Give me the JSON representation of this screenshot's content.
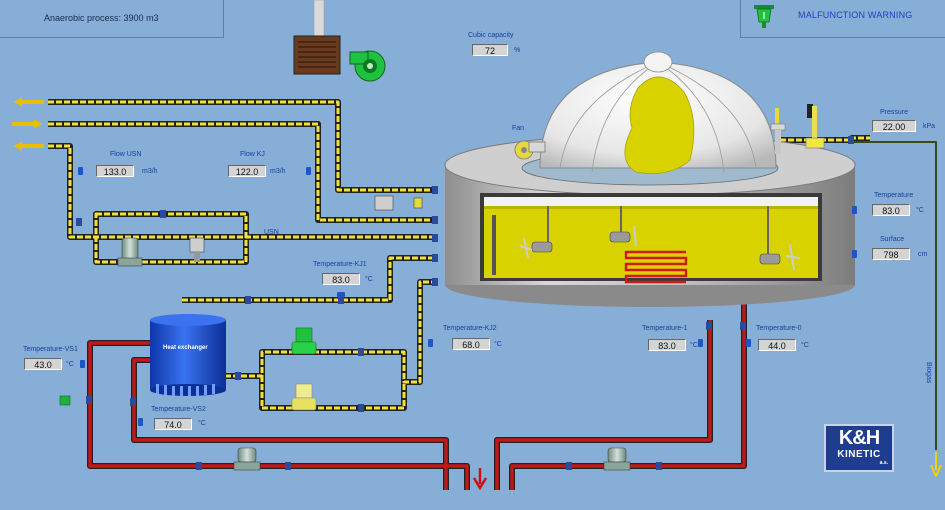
{
  "header": {
    "title": "Anaerobic process: 3900 m3",
    "malfunction_warning": "MALFUNCTION WARNING"
  },
  "readouts": {
    "cubic_capacity": {
      "label": "Cubic capacity",
      "value": "72",
      "unit": "%"
    },
    "pressure": {
      "label": "Pressure",
      "value": "22.00",
      "unit": "kPa"
    },
    "temperature": {
      "label": "Temperature",
      "value": "83.0",
      "unit": "°C"
    },
    "surface": {
      "label": "Surface",
      "value": "798",
      "unit": "cm"
    },
    "flow_usn": {
      "label": "Flow USN",
      "value": "133.0",
      "unit": "m3/h"
    },
    "flow_kj": {
      "label": "Flow KJ",
      "value": "122.0",
      "unit": "m3/h"
    },
    "temp_kj1": {
      "label": "Temperature-KJ1",
      "value": "83.0",
      "unit": "°C"
    },
    "temp_kj2": {
      "label": "Temperature-KJ2",
      "value": "68.0",
      "unit": "°C"
    },
    "temp_1": {
      "label": "Temperature-1",
      "value": "83.0",
      "unit": "°C"
    },
    "temp_0": {
      "label": "Temperature-0",
      "value": "44.0",
      "unit": "°C"
    },
    "temp_vs1": {
      "label": "Temperature-VS1",
      "value": "43.0",
      "unit": "°C"
    },
    "temp_vs2": {
      "label": "Temperature-VS2",
      "value": "74.0",
      "unit": "°C"
    }
  },
  "labels": {
    "fan": "Fan",
    "usn": "USN",
    "heat_exchanger": "Heat exchanger",
    "biogas": "Biogas"
  },
  "logo": {
    "line1": "K&H",
    "line2": "KINETIC",
    "line3": "a.s."
  },
  "colors": {
    "background": "#86aed6",
    "pipe_yellow": "#f0e040",
    "pipe_red": "#c21818",
    "sludge": "#d8d200",
    "heat_exchanger": "#1e4fd0",
    "warning_text": "#2040c0"
  }
}
